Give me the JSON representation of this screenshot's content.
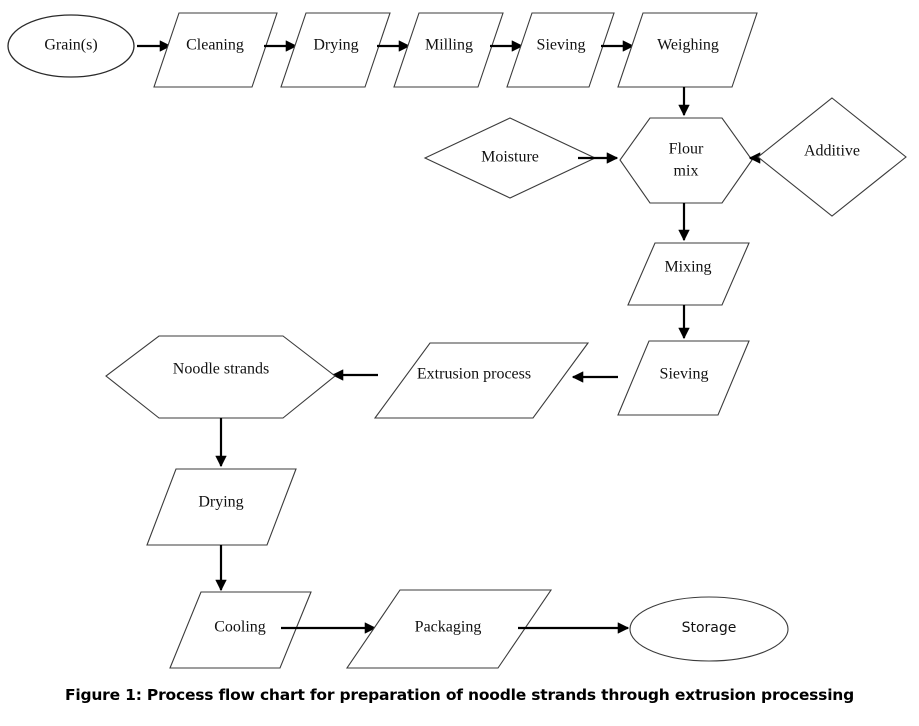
{
  "figure": {
    "caption": "Figure 1: Process flow chart for preparation of noodle strands through extrusion processing"
  },
  "chart_data": {
    "type": "diagram",
    "title": "Process flow chart for preparation of noodle strands through extrusion processing",
    "nodes": [
      {
        "id": "grain",
        "label": "Grain(s)",
        "shape": "ellipse",
        "row": 1
      },
      {
        "id": "cleaning",
        "label": "Cleaning",
        "shape": "parallelogram",
        "row": 1
      },
      {
        "id": "drying1",
        "label": "Drying",
        "shape": "parallelogram",
        "row": 1
      },
      {
        "id": "milling",
        "label": "Milling",
        "shape": "parallelogram",
        "row": 1
      },
      {
        "id": "sieving1",
        "label": "Sieving",
        "shape": "parallelogram",
        "row": 1
      },
      {
        "id": "weighing",
        "label": "Weighing",
        "shape": "parallelogram",
        "row": 1
      },
      {
        "id": "moisture",
        "label": "Moisture",
        "shape": "diamond",
        "row": 2
      },
      {
        "id": "flourmix",
        "label": "Flour mix",
        "shape": "hexagon",
        "row": 2
      },
      {
        "id": "additive",
        "label": "Additive",
        "shape": "diamond",
        "row": 2
      },
      {
        "id": "mixing",
        "label": "Mixing",
        "shape": "parallelogram",
        "row": 3
      },
      {
        "id": "sieving2",
        "label": "Sieving",
        "shape": "parallelogram",
        "row": 4
      },
      {
        "id": "extrusion",
        "label": "Extrusion process",
        "shape": "parallelogram",
        "row": 4
      },
      {
        "id": "noodle",
        "label": "Noodle strands",
        "shape": "hexagon",
        "row": 4
      },
      {
        "id": "drying2",
        "label": "Drying",
        "shape": "parallelogram",
        "row": 5
      },
      {
        "id": "cooling",
        "label": "Cooling",
        "shape": "parallelogram",
        "row": 6
      },
      {
        "id": "packaging",
        "label": "Packaging",
        "shape": "parallelogram",
        "row": 6
      },
      {
        "id": "storage",
        "label": "Storage",
        "shape": "ellipse",
        "row": 6
      }
    ],
    "edges": [
      {
        "from": "grain",
        "to": "cleaning",
        "direction": "right"
      },
      {
        "from": "cleaning",
        "to": "drying1",
        "direction": "right"
      },
      {
        "from": "drying1",
        "to": "milling",
        "direction": "right"
      },
      {
        "from": "milling",
        "to": "sieving1",
        "direction": "right"
      },
      {
        "from": "sieving1",
        "to": "weighing",
        "direction": "right"
      },
      {
        "from": "weighing",
        "to": "flourmix",
        "direction": "down"
      },
      {
        "from": "moisture",
        "to": "flourmix",
        "direction": "right"
      },
      {
        "from": "additive",
        "to": "flourmix",
        "direction": "left"
      },
      {
        "from": "flourmix",
        "to": "mixing",
        "direction": "down"
      },
      {
        "from": "mixing",
        "to": "sieving2",
        "direction": "down"
      },
      {
        "from": "sieving2",
        "to": "extrusion",
        "direction": "left"
      },
      {
        "from": "extrusion",
        "to": "noodle",
        "direction": "left"
      },
      {
        "from": "noodle",
        "to": "drying2",
        "direction": "down"
      },
      {
        "from": "drying2",
        "to": "cooling",
        "direction": "down"
      },
      {
        "from": "cooling",
        "to": "packaging",
        "direction": "right"
      },
      {
        "from": "packaging",
        "to": "storage",
        "direction": "right"
      }
    ],
    "colors": {
      "background": "#ffffff",
      "shape_stroke": "#3b3b3b",
      "connector": "#000000",
      "text": "#111111"
    }
  }
}
